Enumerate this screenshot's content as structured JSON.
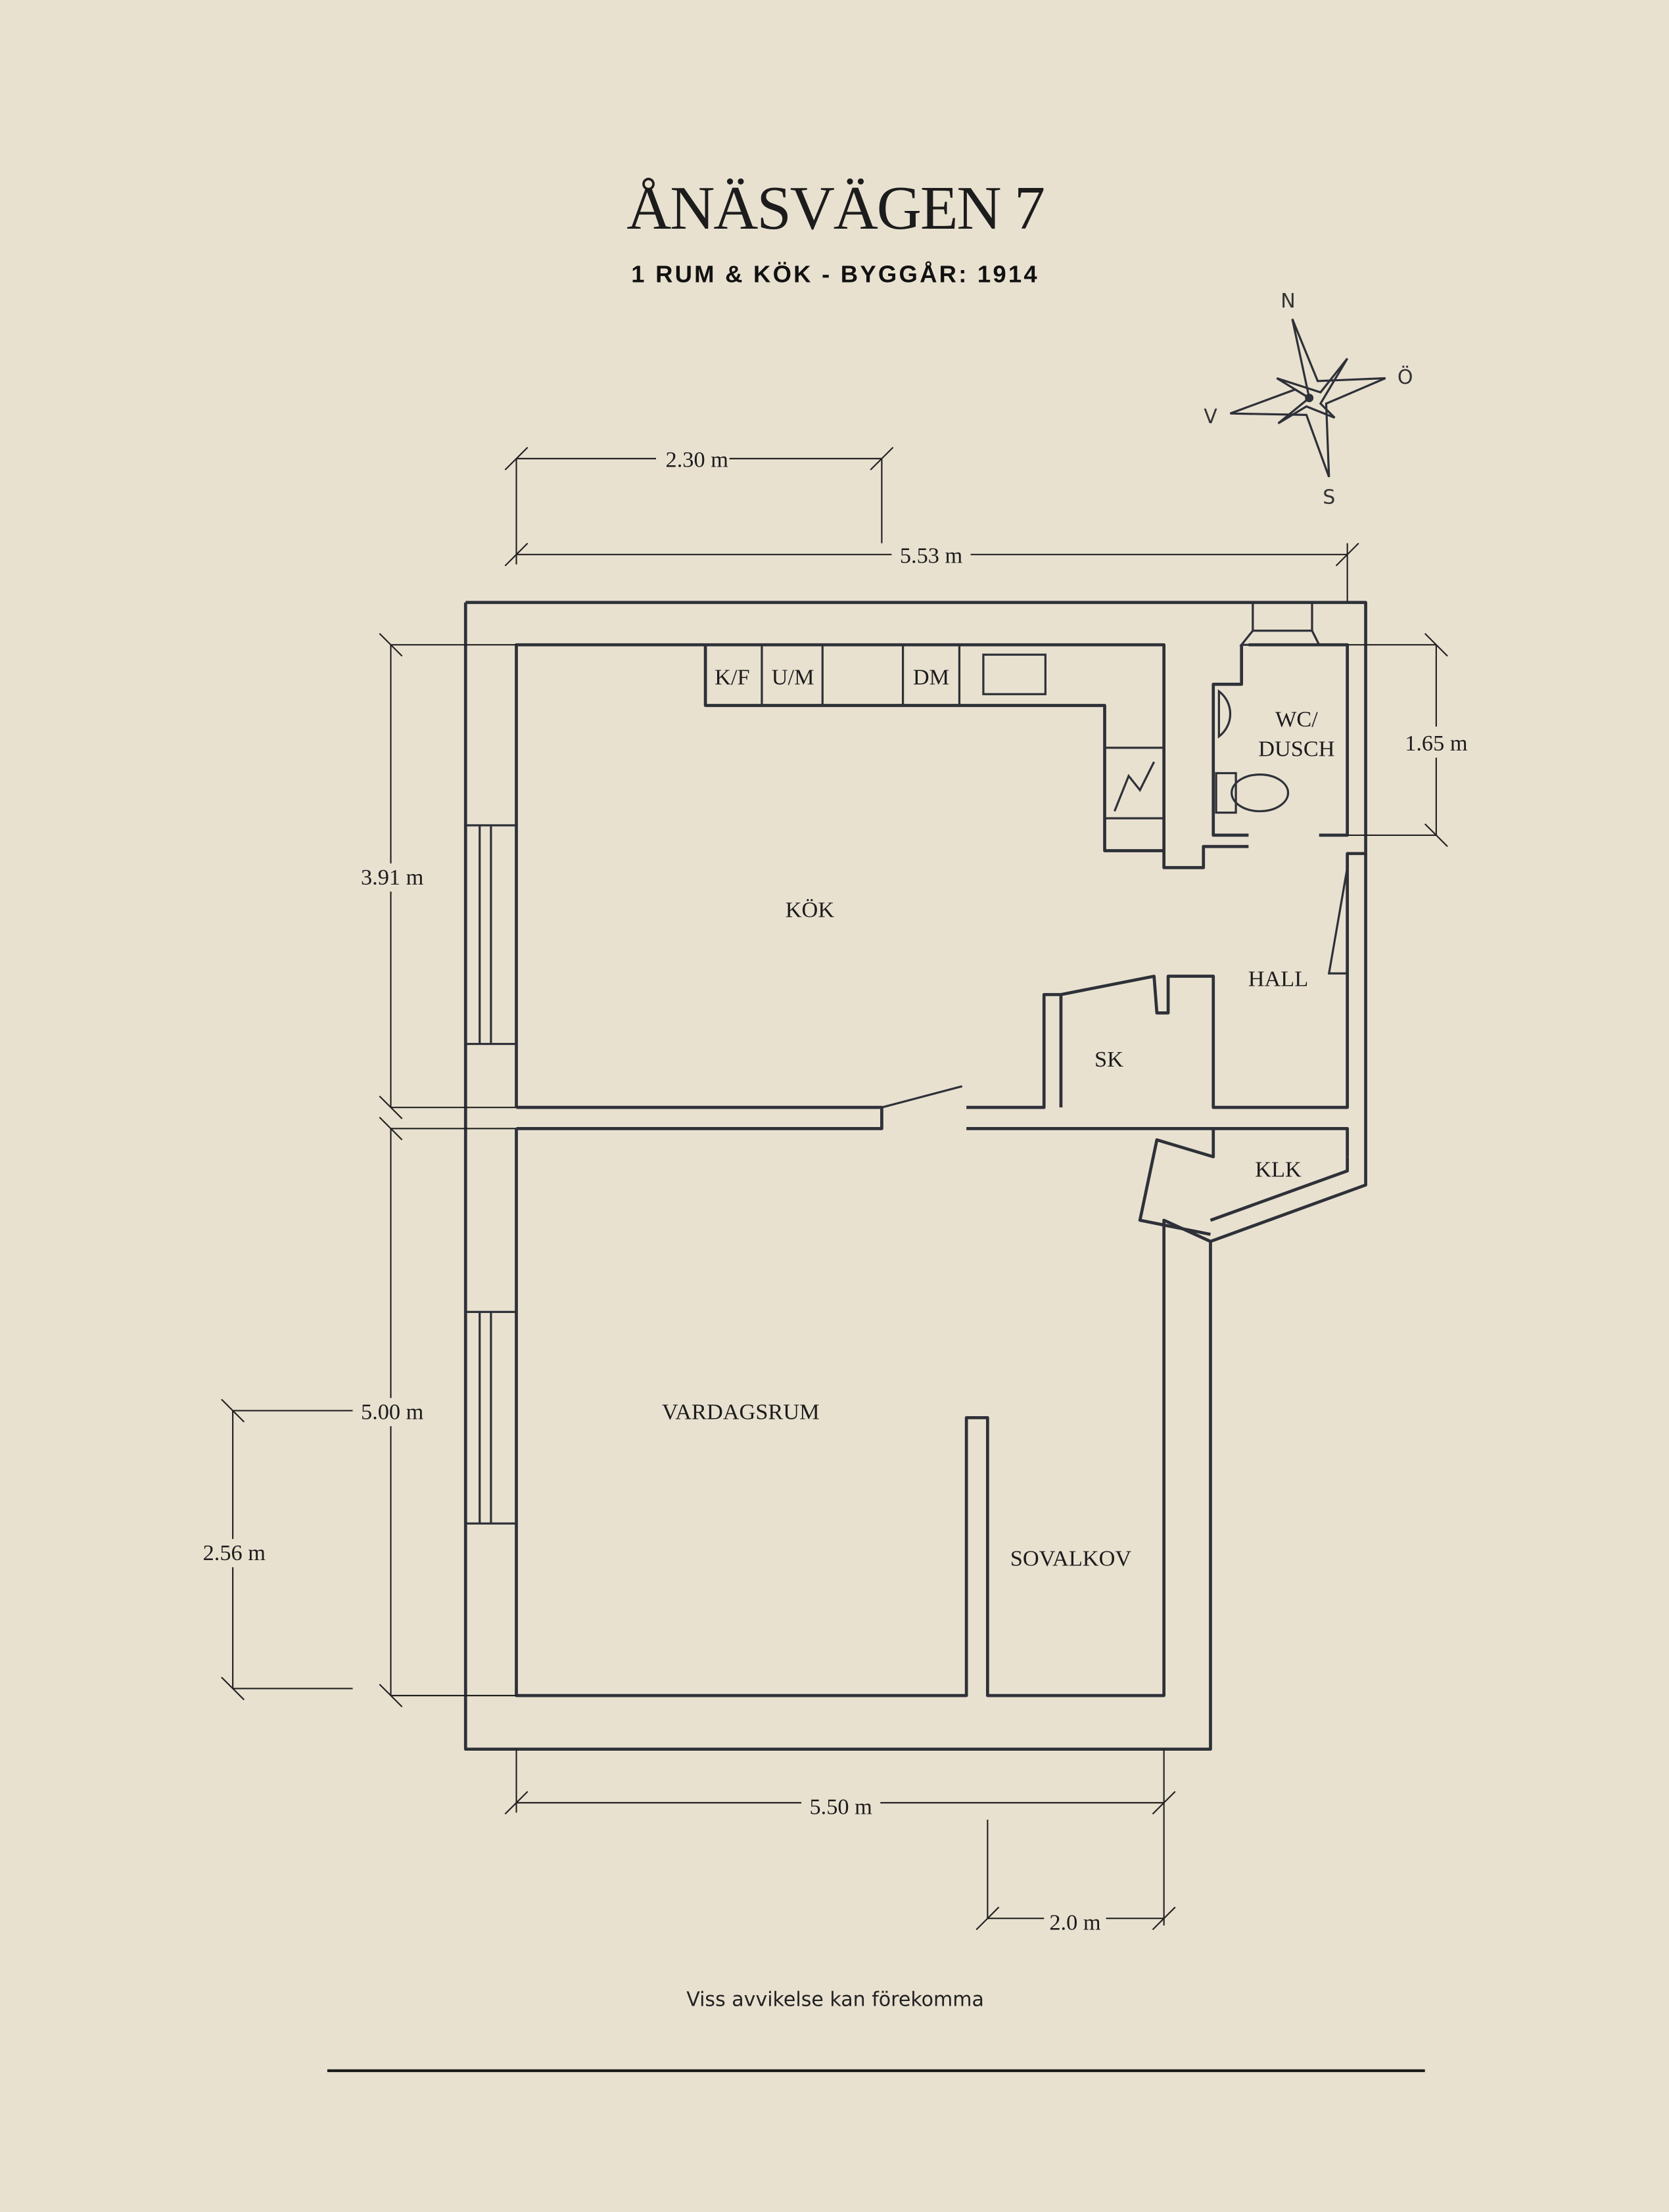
{
  "header": {
    "title": "ÅNÄSVÄGEN 7",
    "subtitle": "1 RUM & KÖK  - BYGGÅR: 1914"
  },
  "compass": {
    "north": "N",
    "east": "Ö",
    "south": "S",
    "west": "V"
  },
  "rooms": {
    "kitchen": "KÖK",
    "bathroom_line1": "WC/",
    "bathroom_line2": "DUSCH",
    "hall": "HALL",
    "closet": "SK",
    "wardrobe": "KLK",
    "living_room": "VARDAGSRUM",
    "sleeping_alcove": "SOVALKOV"
  },
  "appliances": {
    "fridge_freezer": "K/F",
    "oven_microwave": "U/M",
    "dishwasher": "DM"
  },
  "dimensions": {
    "top_kitchen_segment": "2.30 m",
    "top_total": "5.53 m",
    "bath_height": "1.65 m",
    "kitchen_height": "3.91 m",
    "living_height": "5.00 m",
    "window_segment": "2.56 m",
    "bottom_total": "5.50 m",
    "alcove_width": "2.0 m"
  },
  "footer": {
    "disclaimer": "Viss avvikelse kan förekomma"
  }
}
